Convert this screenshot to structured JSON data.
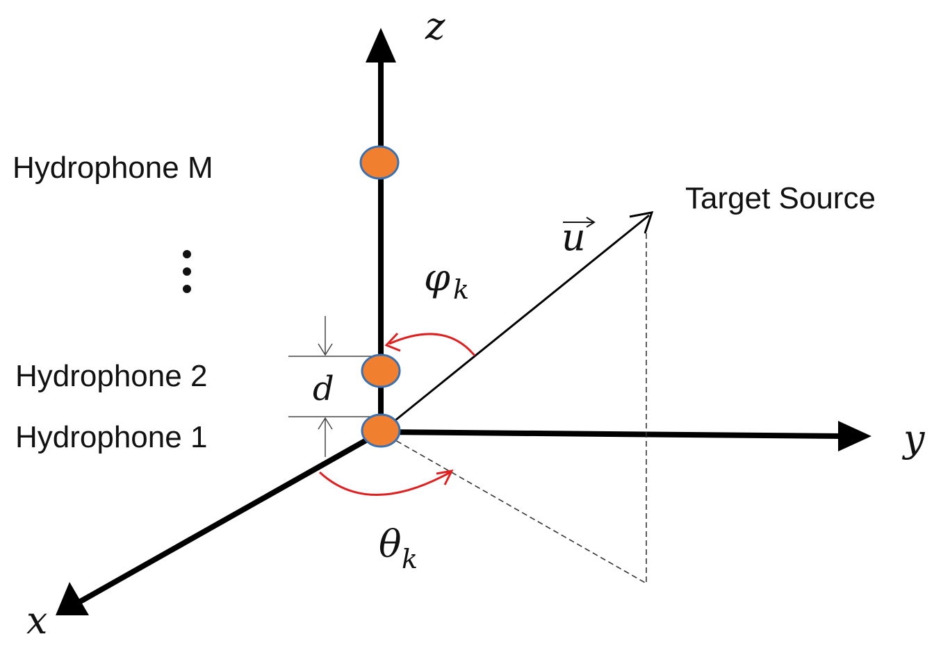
{
  "diagram": {
    "labels": {
      "hydrophone_m": "Hydrophone M",
      "hydrophone_2": "Hydrophone 2",
      "hydrophone_1": "Hydrophone 1",
      "ellipsis": "⋮",
      "target_source": "Target Source",
      "spacing": "d",
      "vector": "u",
      "azimuth_symbol": "θ",
      "elevation_symbol": "φ",
      "subscript": "k",
      "axis_x": "x",
      "axis_y": "y",
      "axis_z": "z"
    },
    "colors": {
      "axis": "#000000",
      "hydrophone_fill": "#f08030",
      "hydrophone_stroke": "#3a6fb0",
      "angle_arc": "#e02020",
      "projection_dashed": "#333333"
    }
  }
}
